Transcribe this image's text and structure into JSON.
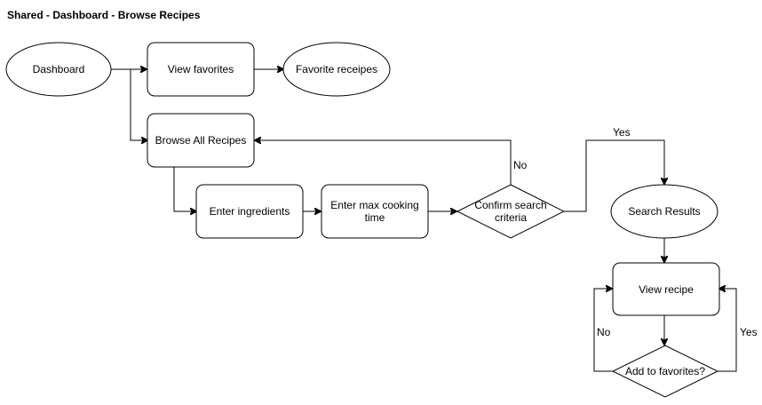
{
  "title": "Shared - Dashboard - Browse Recipes",
  "nodes": {
    "dashboard": "Dashboard",
    "view_favorites": "View favorites",
    "favorite_receipes": "Favorite receipes",
    "browse_all": "Browse All Recipes",
    "enter_ingredients": "Enter ingredients",
    "enter_max_time_1": "Enter max cooking",
    "enter_max_time_2": "time",
    "confirm_1": "Confirm search",
    "confirm_2": "criteria",
    "search_results": "Search Results",
    "view_recipe": "View recipe",
    "add_favorites": "Add to favorites?"
  },
  "edge_labels": {
    "confirm_no": "No",
    "confirm_yes": "Yes",
    "fav_no": "No",
    "fav_yes": "Yes"
  }
}
